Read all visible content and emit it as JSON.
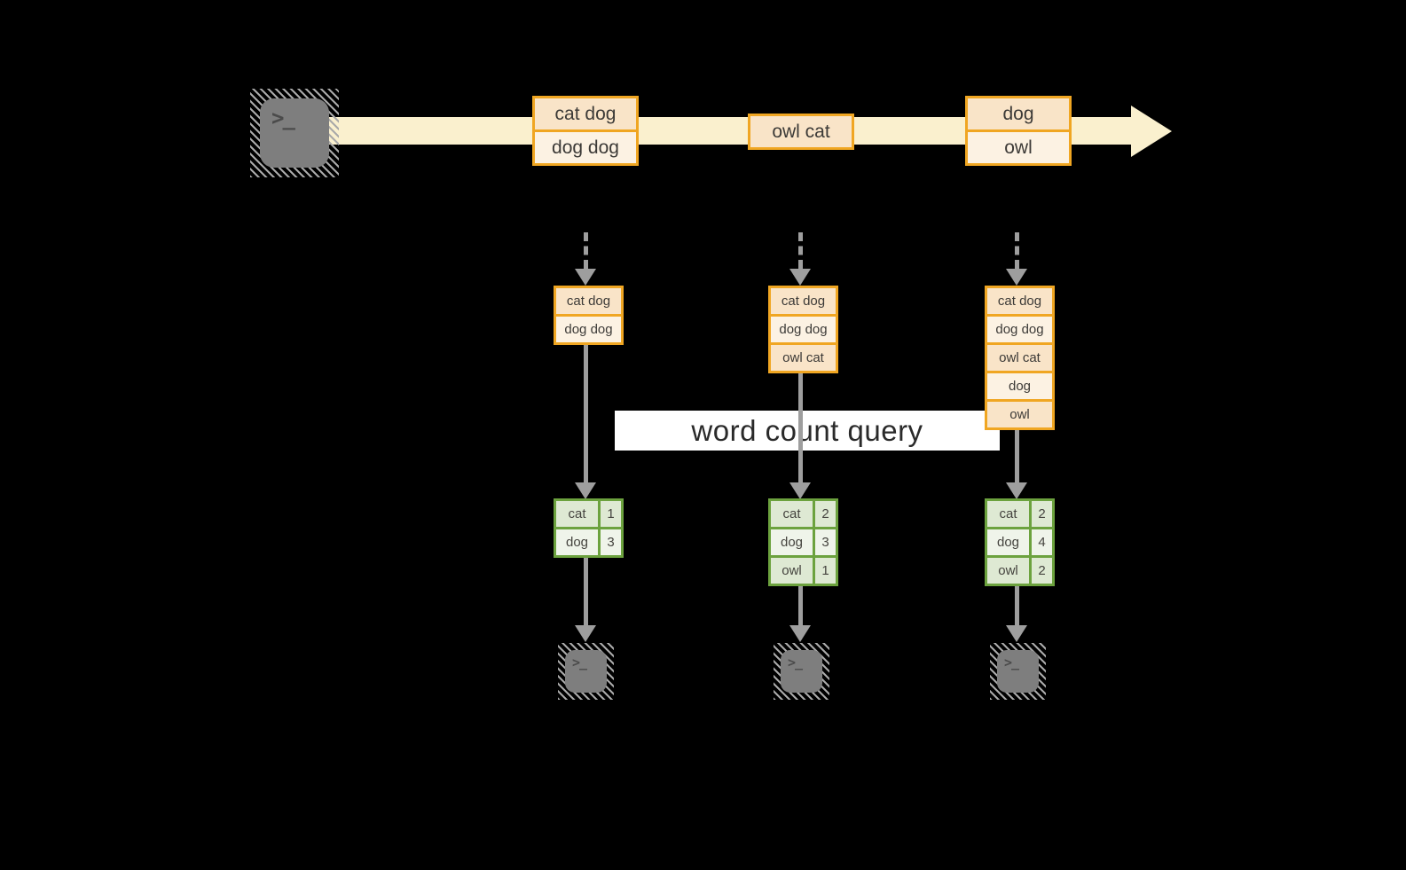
{
  "banner": {
    "label": "word count query"
  },
  "terminal": {
    "prompt": ">_"
  },
  "stream": {
    "group1": [
      "cat dog",
      "dog dog"
    ],
    "group2": [
      "owl cat"
    ],
    "group3": [
      "dog",
      "owl"
    ]
  },
  "stacks": {
    "s1": [
      "cat dog",
      "dog dog"
    ],
    "s2": [
      "cat dog",
      "dog dog",
      "owl cat"
    ],
    "s3": [
      "cat dog",
      "dog dog",
      "owl cat",
      "dog",
      "owl"
    ]
  },
  "tables": {
    "t1": [
      {
        "word": "cat",
        "count": "1"
      },
      {
        "word": "dog",
        "count": "3"
      }
    ],
    "t2": [
      {
        "word": "cat",
        "count": "2"
      },
      {
        "word": "dog",
        "count": "3"
      },
      {
        "word": "owl",
        "count": "1"
      }
    ],
    "t3": [
      {
        "word": "cat",
        "count": "2"
      },
      {
        "word": "dog",
        "count": "4"
      },
      {
        "word": "owl",
        "count": "2"
      }
    ]
  },
  "colors": {
    "stream_fill": "#FAF0CE",
    "box_border_orange": "#F0A622",
    "box_fill_peach": "#F9E4C8",
    "box_fill_cream": "#FCF2E3",
    "table_border_green": "#6CA23E",
    "table_cell_green": "#DEE9D3",
    "table_cell_light": "#EFF4EA",
    "arrow_gray": "#9E9E9E",
    "terminal_gray": "#7E7E7E",
    "background": "#000000",
    "banner_bg": "#FFFFFF"
  }
}
